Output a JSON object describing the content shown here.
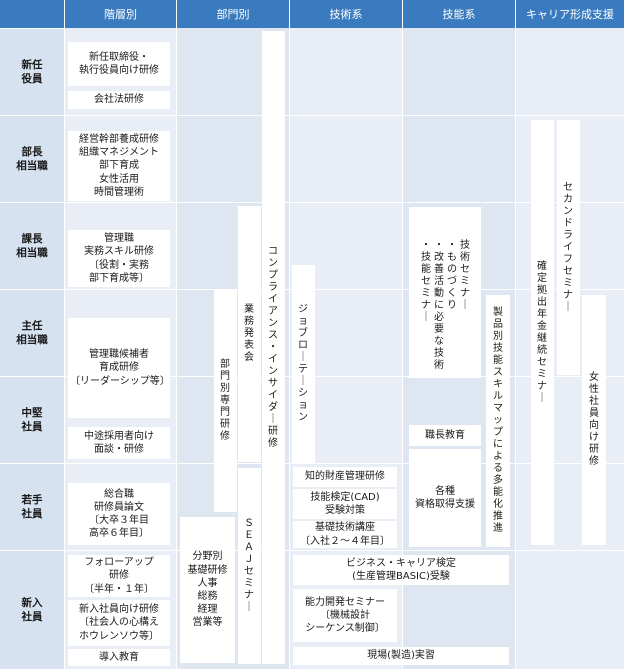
{
  "headers": [
    "階層別",
    "部門別",
    "技術系",
    "技能系",
    "キャリア形成支援"
  ],
  "rows": [
    "新任\n役員",
    "部長\n相当職",
    "課長\n相当職",
    "主任\n相当職",
    "中堅\n社員",
    "若手\n社員",
    "新入\n社員"
  ],
  "boxes": {
    "exec_new": "新任取締役・\n執行役員向け研修",
    "company_law": "会社法研修",
    "dept_head": "経営幹部養成研修\n組織マネジメント\n部下育成\n女性活用\n時間管理術",
    "section_head": "管理職\n実務スキル研修\n〔役割・実務\n部下育成等〕",
    "mgr_candidate": "管理職候補者\n育成研修\n〔リーダーシップ等〕",
    "midcareer": "中途採用者向け\n面談・研修",
    "comprehensive": "総合職\n研修員論文\n〔大卒３年目\n高卒６年目〕",
    "followup": "フォローアップ\n研修\n〔半年・１年〕",
    "new_hire": "新入社員向け研修\n〔社会人の心構え\nホウレンソウ等〕",
    "induction": "導入教育",
    "field_basic": "分野別\n基礎研修\n人事\n総務\n経理\n営業等",
    "ip_mgmt": "知的財産管理研修",
    "skill_test": "技能検定(CAD)\n受験対策",
    "basic_tech": "基礎技術講座\n〔入社２～４年目〕",
    "biz_career": "ビジネス・キャリア検定\n(生産管理BASIC)受験",
    "ability_dev": "能力開発セミナー\n〔機械設計\nシーケンス制御〕",
    "ojt": "現場(製造)実習",
    "foreman": "職長教育",
    "qualifications": "各種\n資格取得支援"
  },
  "vertical": {
    "compliance": "コンプライアンス・インサイダー研修",
    "dept_specific": "部門別専門研修",
    "business_pres": "業務発表会",
    "seaj": "ＳＥＡＪセミナー",
    "job_rotation": "ジョブローテーション",
    "tech_seminar_1": "技術セミナー",
    "tech_seminar_2": "・ものづくり",
    "tech_seminar_3": "・改善活動に必要な技術",
    "tech_seminar_4": "・技能セミナー",
    "skill_map": "製品別技能スキルマップによる多能化推進",
    "pension": "確定拠出年金継続セミナー",
    "second_life": "セカンドライフセミナー",
    "women": "女性社員向け研修"
  }
}
